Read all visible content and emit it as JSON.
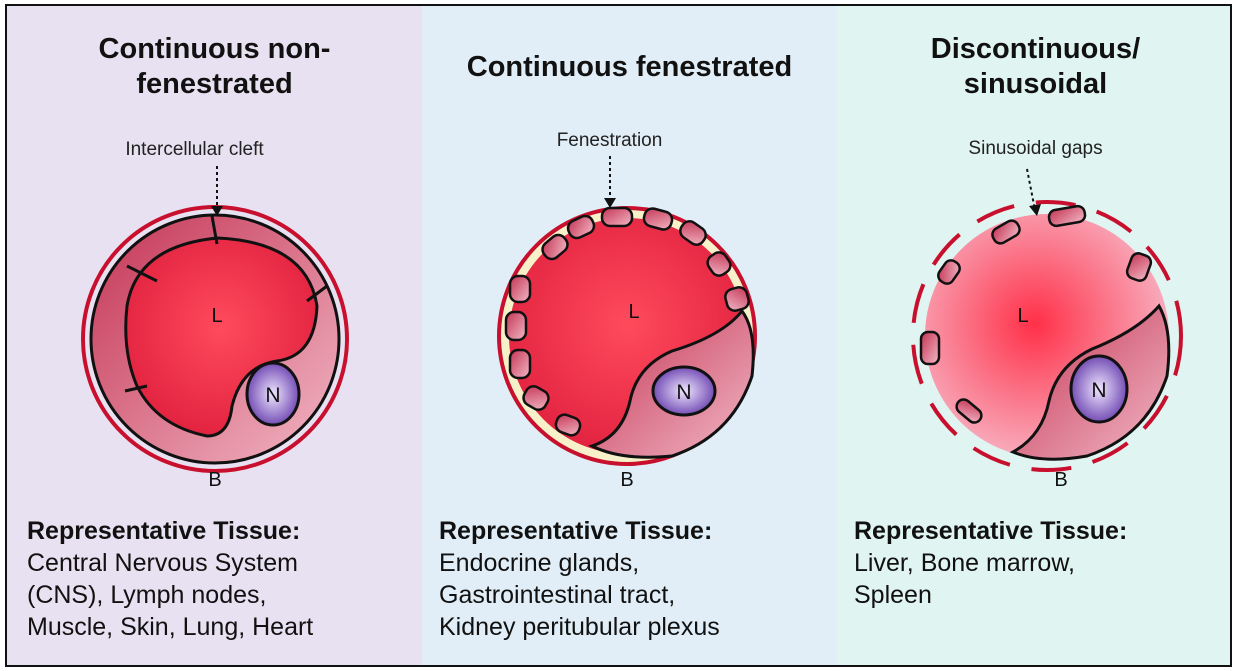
{
  "panels": [
    {
      "title": "Continuous non-fenestrated",
      "callout": "Intercellular cleft",
      "lumen_label": "L",
      "nucleus_label": "N",
      "basement_label": "B",
      "tissue_heading": "Representative Tissue:",
      "tissue_text": "Central Nervous System\n(CNS), Lymph nodes,\nMuscle, Skin, Lung, Heart"
    },
    {
      "title": "Continuous fenestrated",
      "callout": "Fenestration",
      "lumen_label": "L",
      "nucleus_label": "N",
      "basement_label": "B",
      "tissue_heading": "Representative Tissue:",
      "tissue_text": "Endocrine glands,\nGastrointestinal tract,\nKidney peritubular  plexus"
    },
    {
      "title": "Discontinuous/ sinusoidal",
      "callout": "Sinusoidal gaps",
      "lumen_label": "L",
      "nucleus_label": "N",
      "basement_label": "B",
      "tissue_heading": "Representative Tissue:",
      "tissue_text": "Liver, Bone marrow,\nSpleen"
    }
  ],
  "colors": {
    "panel1_bg": "#e8e1f1",
    "panel2_bg": "#e1eef7",
    "panel3_bg": "#e0f5f1",
    "basement_membrane": "#c8102e",
    "lumen": "#f0304a",
    "cell": "#d8506a",
    "nucleus": "#6a3fb0"
  }
}
